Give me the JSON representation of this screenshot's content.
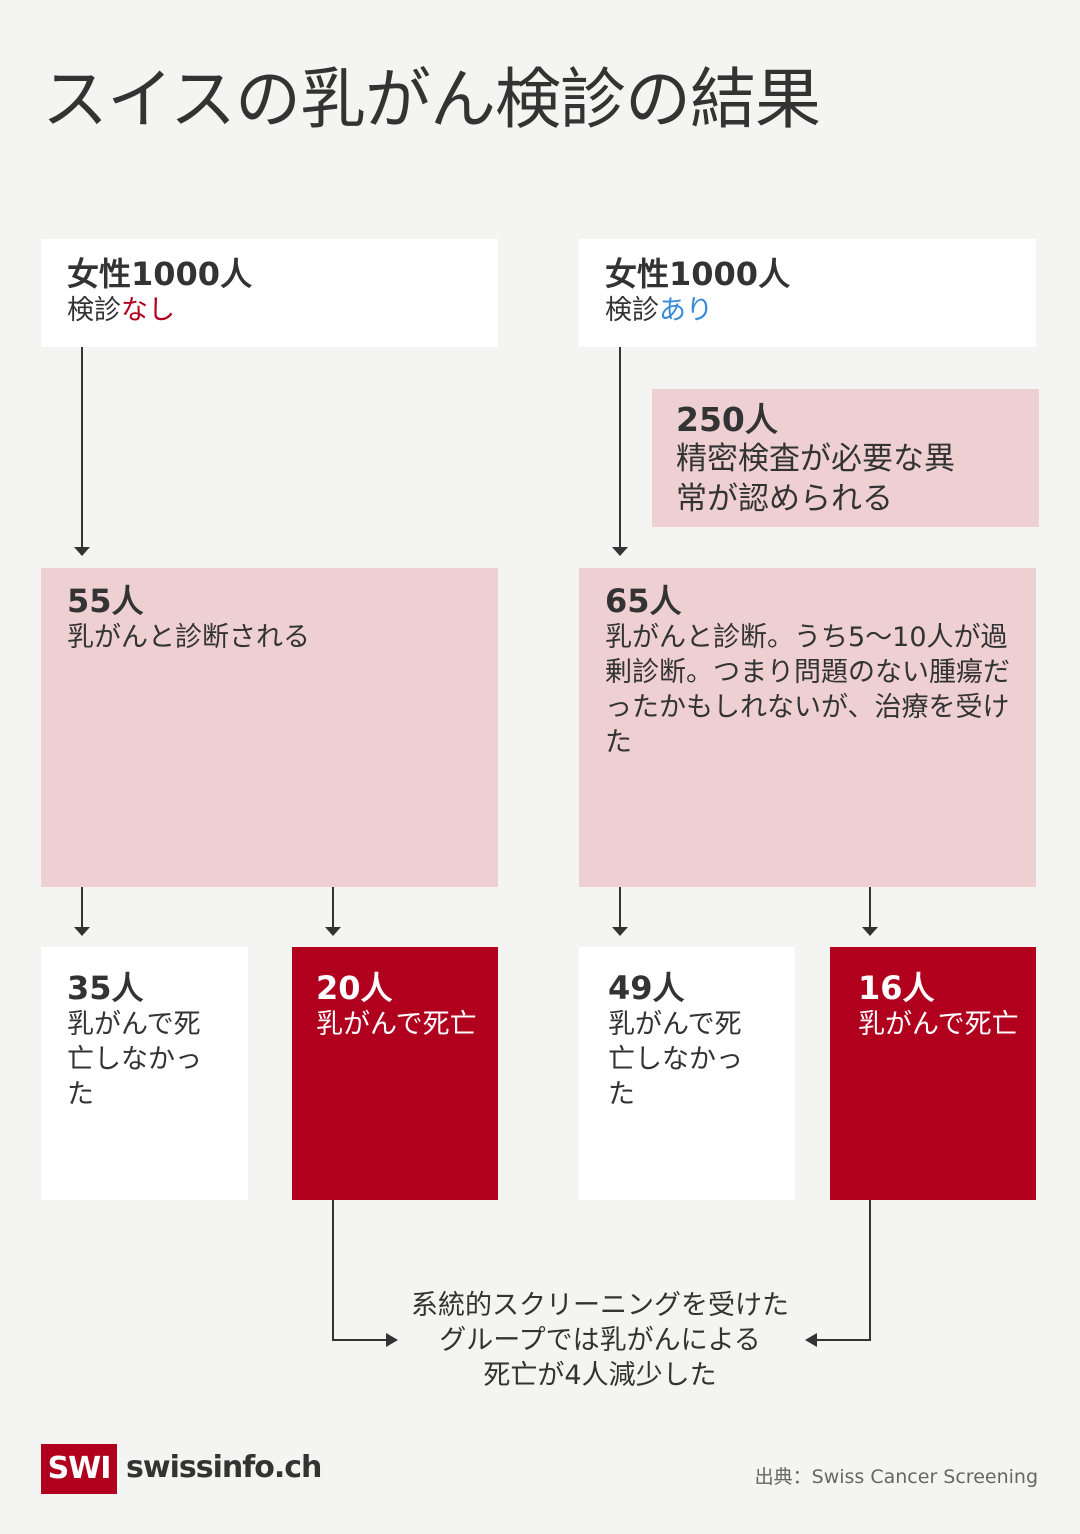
{
  "title": "スイスの乳がん検診の結果",
  "colors": {
    "background": "#f4f4f2",
    "pink": "#eed0d3",
    "red": "#b0001e",
    "accent_none": "#b0001e",
    "accent_yes": "#3a8ad8"
  },
  "left": {
    "header": {
      "count": "女性1000人",
      "label_prefix": "検診",
      "label_accent": "なし"
    },
    "diagnosed": {
      "count": "55人",
      "lines": [
        "乳がんと診断される"
      ]
    },
    "survived": {
      "count": "35人",
      "lines": [
        "乳がんで死",
        "亡しなかっ",
        "た"
      ]
    },
    "died": {
      "count": "20人",
      "lines": [
        "乳がんで死亡"
      ]
    }
  },
  "right": {
    "header": {
      "count": "女性1000人",
      "label_prefix": "検診",
      "label_accent": "あり"
    },
    "abnormal": {
      "count": "250人",
      "lines": [
        "精密検査が必要な異",
        "常が認められる"
      ]
    },
    "diagnosed": {
      "count": "65人",
      "lines": [
        "乳がんと診断。うち5〜10人が過",
        "剰診断。つまり問題のない腫瘍だ",
        "ったかもしれないが、治療を受け",
        "た"
      ]
    },
    "survived": {
      "count": "49人",
      "lines": [
        "乳がんで死",
        "亡しなかっ",
        "た"
      ]
    },
    "died": {
      "count": "16人",
      "lines": [
        "乳がんで死亡"
      ]
    }
  },
  "conclusion": {
    "lines": [
      "系統的スクリーニングを受けた",
      "グループでは乳がんによる",
      "死亡が4人減少した"
    ]
  },
  "footer": {
    "logo": "SWI",
    "brand": "swissinfo.ch",
    "source": "出典：Swiss Cancer Screening"
  }
}
